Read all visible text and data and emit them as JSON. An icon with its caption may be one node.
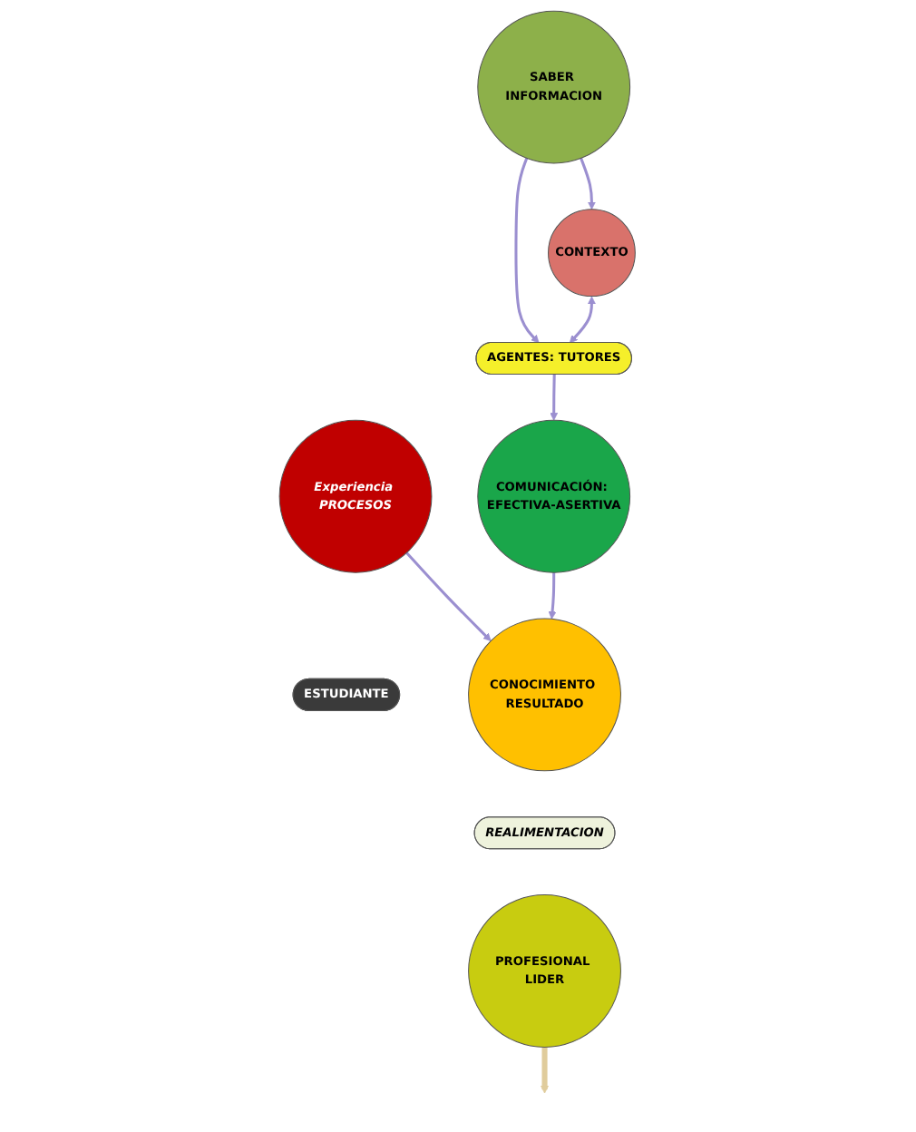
{
  "diagram": {
    "nodes": [
      {
        "text": [
          "SABER INFORMACION"
        ]
      },
      {
        "text": [
          "CONTEXTO"
        ]
      },
      {
        "text": [
          "AGENTES: TUTORES"
        ]
      },
      {
        "text": [
          "Experiencia PROCESOS"
        ]
      },
      {
        "text": [
          "ESTUDIANTE"
        ]
      },
      {
        "text": [
          "COMUNICACIÓN: EFECTIVA-ASERTIVA"
        ]
      },
      {
        "text": [
          "CONOCIMIENTO RESULTADO"
        ]
      },
      {
        "text": [
          "REALIMENTACION"
        ]
      },
      {
        "text": [
          "PROFESIONAL LIDER"
        ]
      }
    ],
    "edges": [
      {
        "from": 0,
        "to": 1,
        "arrow": "to"
      },
      {
        "from": 0,
        "to": 2,
        "arrow": "to"
      },
      {
        "from": 1,
        "to": 2,
        "arrow": "both"
      },
      {
        "from": 2,
        "to": 5,
        "arrow": "to"
      },
      {
        "from": 3,
        "to": 6,
        "arrow": "to"
      },
      {
        "from": 5,
        "to": 6,
        "arrow": "to"
      },
      {
        "from": 8,
        "to": null,
        "arrow": "to",
        "style": "thick",
        "color": "#e0cc9c"
      }
    ]
  }
}
